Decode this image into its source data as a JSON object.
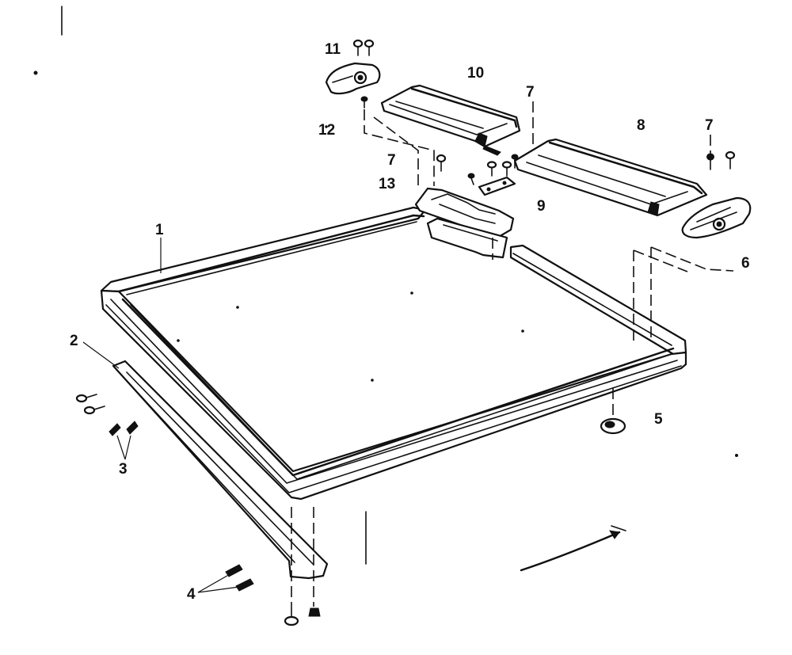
{
  "diagram": {
    "labels": {
      "l1": "1",
      "l2": "2",
      "l3": "3",
      "l4": "4",
      "l5": "5",
      "l6": "6",
      "l7a": "7",
      "l7b": "7",
      "l7c": "7",
      "l8": "8",
      "l9": "9",
      "l10": "10",
      "l11": "11",
      "l12": "12",
      "l13": "13"
    },
    "colors": {
      "ink": "#111111",
      "paper": "#ffffff"
    }
  }
}
